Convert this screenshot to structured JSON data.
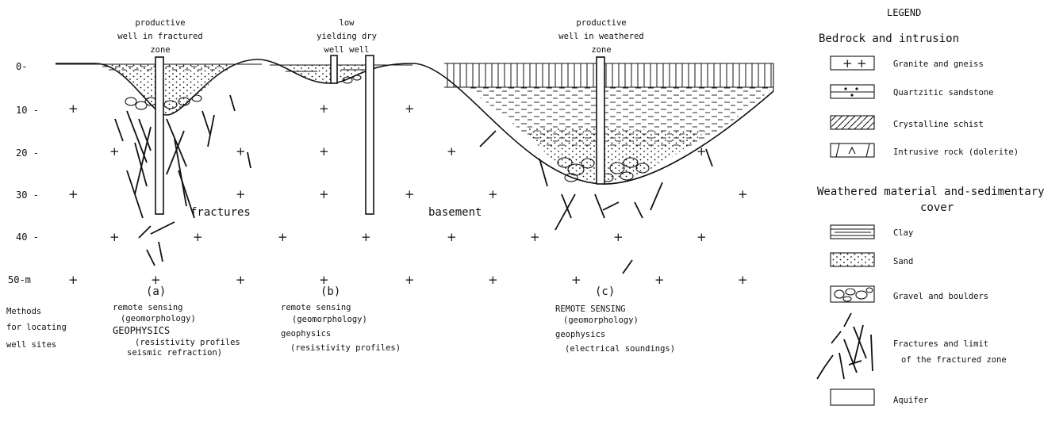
{
  "depth_scale": {
    "ticks": [
      "0-",
      "10 -",
      "20 -",
      "30 -",
      "40 -",
      "50-m"
    ]
  },
  "sites": {
    "a": {
      "well_label": [
        "productive",
        "well in fractured",
        "zone"
      ],
      "letter": "(a)",
      "methods": [
        "remote sensing",
        "(geomorphology)",
        "GEOPHYSICS",
        "(resistivity profiles",
        "seismic refraction)"
      ]
    },
    "b": {
      "well_label": [
        "low",
        "yielding  dry",
        "well      well"
      ],
      "letter": "(b)",
      "methods": [
        "remote sensing",
        "(geomorphology)",
        "geophysics",
        "(resistivity profiles)"
      ]
    },
    "c": {
      "well_label": [
        "productive",
        "well in weathered",
        "zone"
      ],
      "letter": "(c)",
      "methods": [
        "REMOTE SENSING",
        "(geomorphology)",
        "geophysics",
        "(electrical soundings)"
      ]
    }
  },
  "methods_label": [
    "Methods",
    "for locating",
    "well sites"
  ],
  "annotations": {
    "fractures": "fractures",
    "basement": "basement"
  },
  "legend": {
    "title": "LEGEND",
    "bedrock_heading": "Bedrock   and   intrusion",
    "bedrock_items": [
      "Granite and gneiss",
      "Quartzitic sandstone",
      "Crystalline schist",
      "Intrusive rock (dolerite)"
    ],
    "weathered_heading": "Weathered  material and-sedimentary",
    "weathered_heading_2": "cover",
    "weathered_items": [
      "Clay",
      "Sand",
      "Gravel  and  boulders"
    ],
    "fractures_item": [
      "Fractures  and  limit",
      "of  the  fractured  zone"
    ],
    "aquifer_item": "Aquifer"
  }
}
